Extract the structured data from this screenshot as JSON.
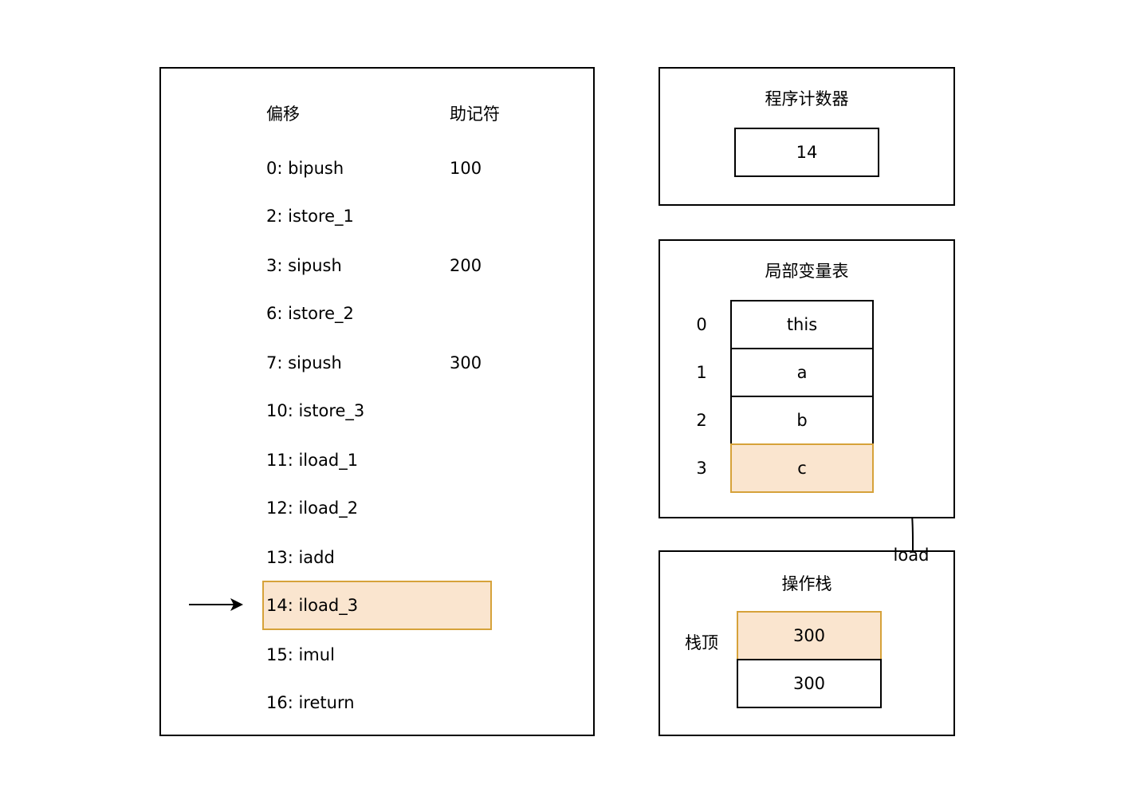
{
  "bytecode": {
    "headers": {
      "offset": "偏移",
      "mnemonic": "助记符"
    },
    "rows": [
      {
        "offset": "0: bipush",
        "operand": "100"
      },
      {
        "offset": "2: istore_1",
        "operand": ""
      },
      {
        "offset": "3: sipush",
        "operand": "200"
      },
      {
        "offset": "6: istore_2",
        "operand": ""
      },
      {
        "offset": "7: sipush",
        "operand": "300"
      },
      {
        "offset": "10: istore_3",
        "operand": ""
      },
      {
        "offset": "11: iload_1",
        "operand": ""
      },
      {
        "offset": "12: iload_2",
        "operand": ""
      },
      {
        "offset": "13: iadd",
        "operand": ""
      },
      {
        "offset": "14: iload_3",
        "operand": ""
      },
      {
        "offset": "15: imul",
        "operand": ""
      },
      {
        "offset": "16: ireturn",
        "operand": ""
      }
    ],
    "current_index": 9
  },
  "pc": {
    "title": "程序计数器",
    "value": "14"
  },
  "locals": {
    "title": "局部变量表",
    "slots": [
      {
        "index": "0",
        "value": "this"
      },
      {
        "index": "1",
        "value": "a"
      },
      {
        "index": "2",
        "value": "b"
      },
      {
        "index": "3",
        "value": "c"
      }
    ]
  },
  "stack": {
    "title": "操作栈",
    "top_label": "栈顶",
    "items": [
      "300",
      "300"
    ]
  },
  "edge_label": "load",
  "colors": {
    "highlight_fill": "#fae5cf",
    "highlight_border": "#d6a23a"
  }
}
